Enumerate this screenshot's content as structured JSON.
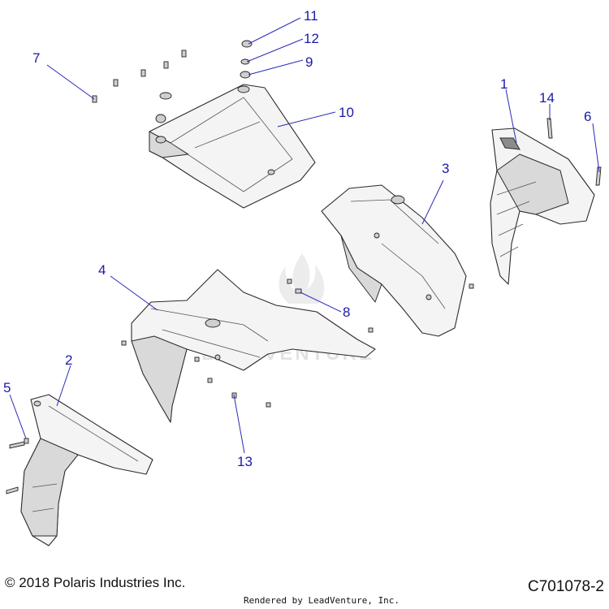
{
  "diagram": {
    "callouts": [
      {
        "id": "1",
        "label": "1"
      },
      {
        "id": "2",
        "label": "2"
      },
      {
        "id": "3",
        "label": "3"
      },
      {
        "id": "4",
        "label": "4"
      },
      {
        "id": "5",
        "label": "5"
      },
      {
        "id": "6",
        "label": "6"
      },
      {
        "id": "7",
        "label": "7"
      },
      {
        "id": "8",
        "label": "8"
      },
      {
        "id": "9",
        "label": "9"
      },
      {
        "id": "10",
        "label": "10"
      },
      {
        "id": "11",
        "label": "11"
      },
      {
        "id": "12",
        "label": "12"
      },
      {
        "id": "13",
        "label": "13"
      },
      {
        "id": "14",
        "label": "14"
      }
    ],
    "watermark": "LEADVENTURE",
    "callout_color": "#1a1aa6"
  },
  "footer": {
    "copyright": "© 2018 Polaris Industries Inc.",
    "rendered_by": "Rendered by LeadVenture, Inc.",
    "diagram_id": "C701078-2"
  }
}
